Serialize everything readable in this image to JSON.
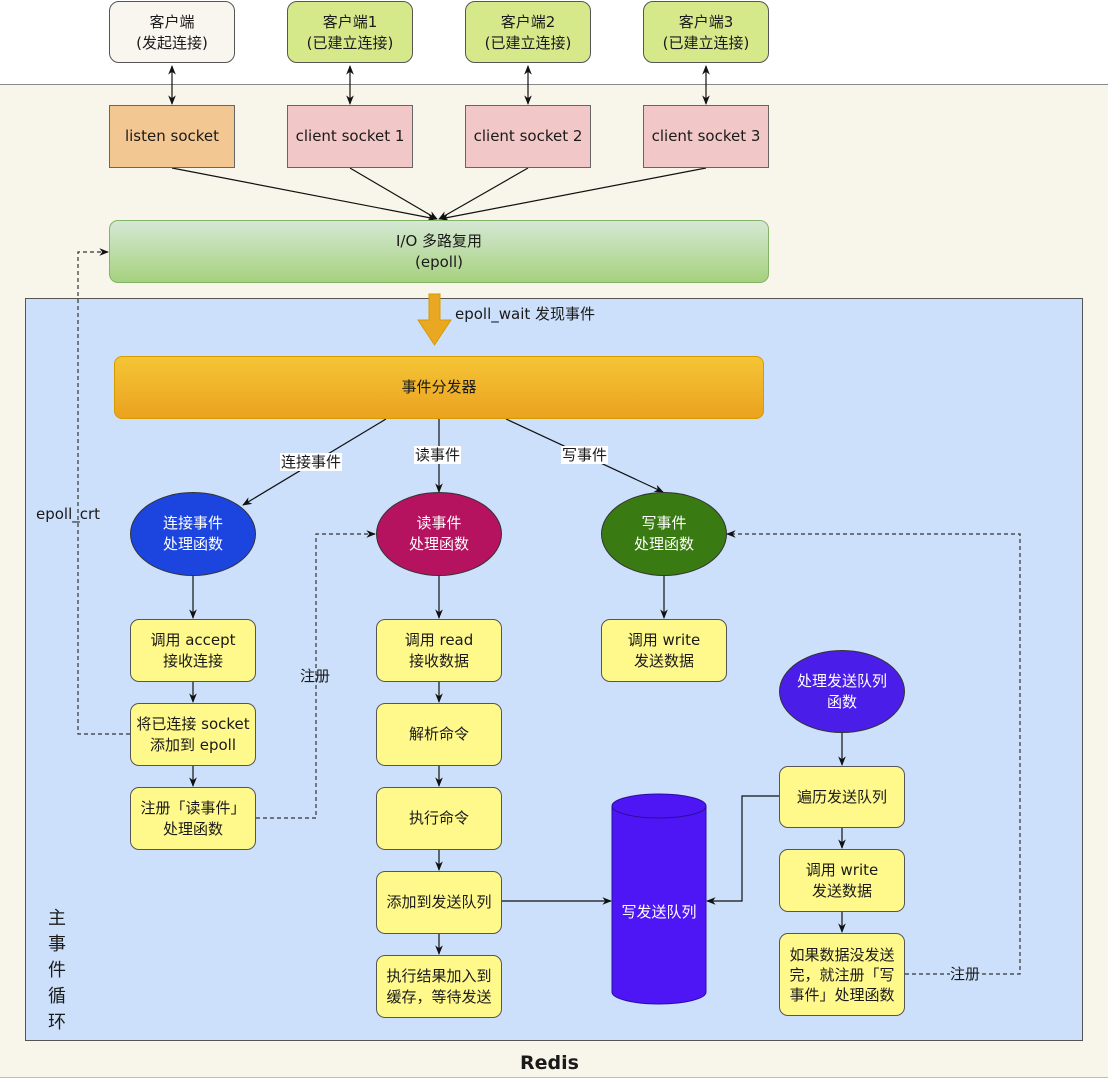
{
  "diagram": {
    "clients": [
      {
        "title": "客户端",
        "subtitle": "(发起连接)",
        "state": "connecting"
      },
      {
        "title": "客户端1",
        "subtitle": "(已建立连接)",
        "state": "connected"
      },
      {
        "title": "客户端2",
        "subtitle": "(已建立连接)",
        "state": "connected"
      },
      {
        "title": "客户端3",
        "subtitle": "(已建立连接)",
        "state": "connected"
      }
    ],
    "sockets": [
      "listen socket",
      "client socket 1",
      "client socket 2",
      "client socket 3"
    ],
    "io_multiplexer": "I/O 多路复用\n(epoll)",
    "epoll_wait_label": "epoll_wait 发现事件",
    "dispatcher": "事件分发器",
    "edge_labels": {
      "connect_event": "连接事件",
      "read_event": "读事件",
      "write_event": "写事件",
      "epoll_ctl": "epoll_crt",
      "register_read": "注册",
      "register_write": "注册"
    },
    "handlers": {
      "connect": "连接事件\n处理函数",
      "read": "读事件\n处理函数",
      "write": "写事件\n处理函数",
      "send_queue": "处理发送队列\n函数"
    },
    "connect_steps": [
      "调用 accept\n接收连接",
      "将已连接 socket\n添加到 epoll",
      "注册「读事件」\n处理函数"
    ],
    "read_steps": [
      "调用 read\n接收数据",
      "解析命令",
      "执行命令",
      "添加到发送队列",
      "执行结果加入到\n缓存，等待发送"
    ],
    "write_steps": [
      "调用 write\n发送数据"
    ],
    "send_queue_steps": [
      "遍历发送队列",
      "调用 write\n发送数据",
      "如果数据没发送\n完，就注册「写\n事件」处理函数"
    ],
    "queue_store": "写发送队列",
    "main_loop_label": "主\n事\n件\n循\n环",
    "container_label": "Redis",
    "colors": {
      "connect_handler": "#1c45e0",
      "read_handler": "#b5135f",
      "write_handler": "#3a7a12",
      "send_queue_handler": "#4a1ee8",
      "queue_store": "#4f16f5",
      "step_fill": "#fff98c",
      "loop_fill": "#cde0fb"
    }
  }
}
